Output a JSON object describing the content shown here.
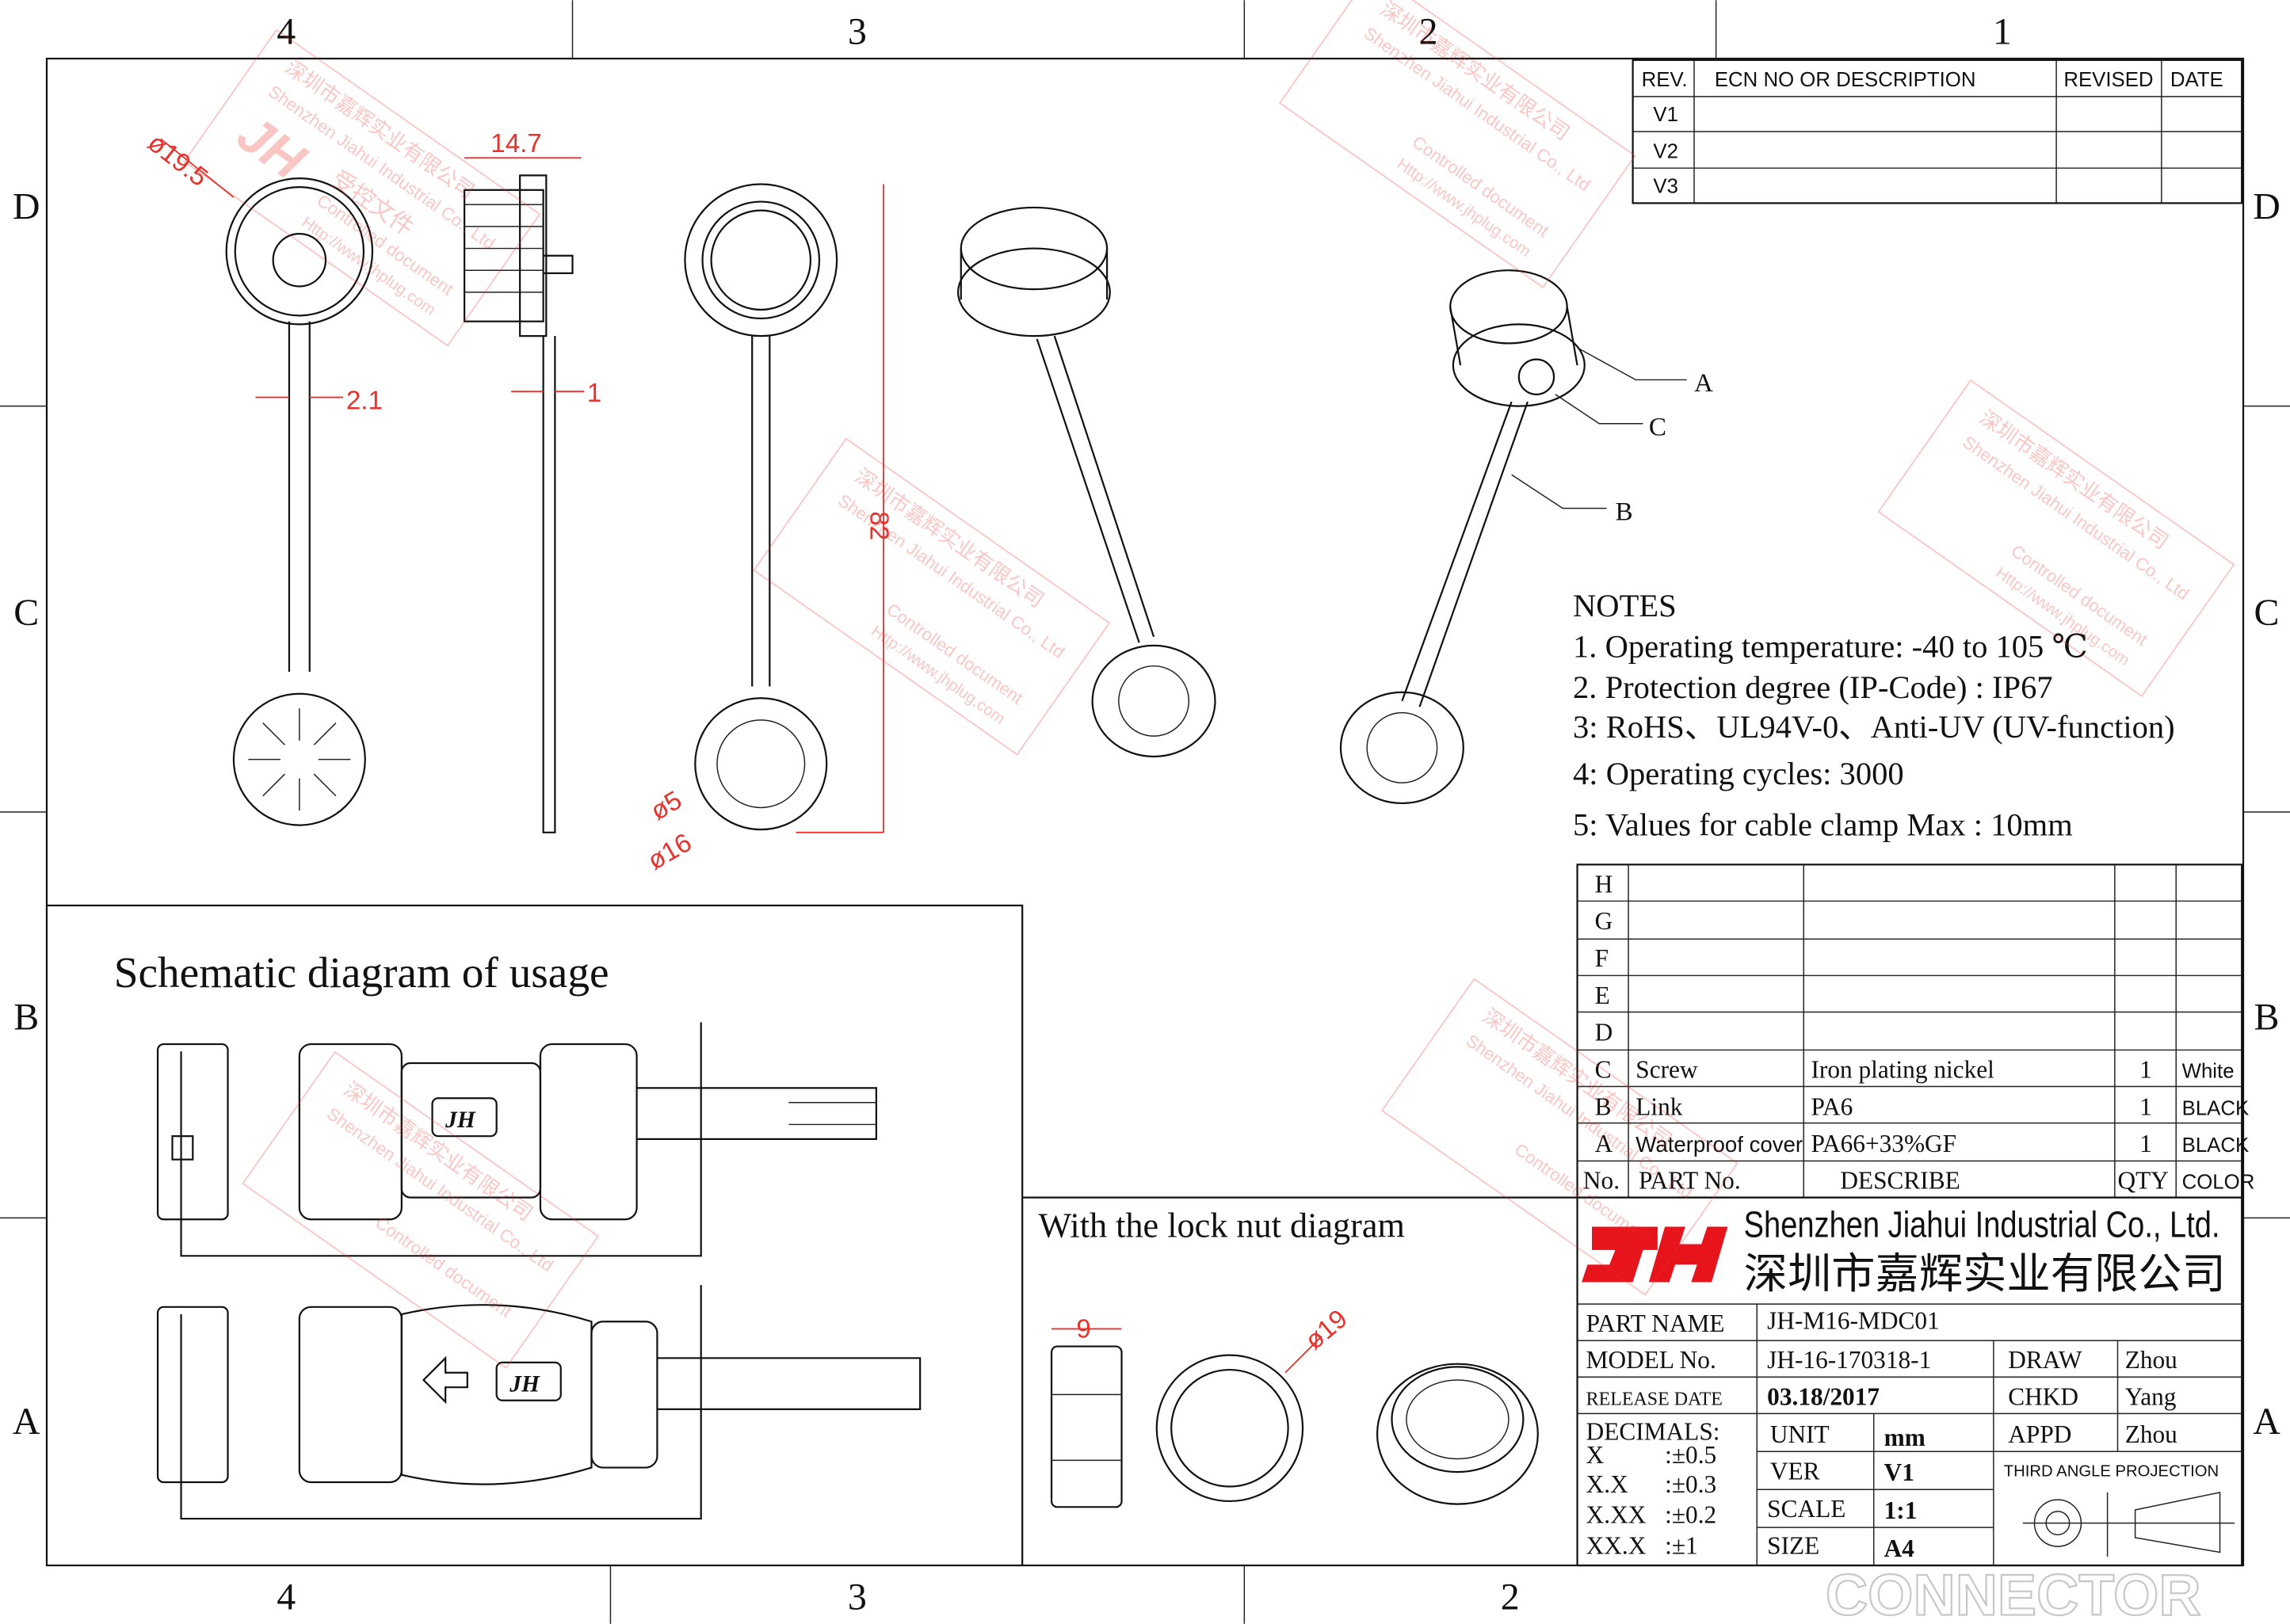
{
  "frame": {
    "zones_top": [
      "4",
      "3",
      "2",
      "1"
    ],
    "zones_bottom": [
      "4",
      "3",
      "2"
    ],
    "zones_side": [
      "D",
      "C",
      "B",
      "A"
    ]
  },
  "revision_table": {
    "headers": [
      "REV.",
      "ECN NO OR DESCRIPTION",
      "REVISED",
      "DATE"
    ],
    "rows": [
      "V1",
      "V2",
      "V3"
    ]
  },
  "dimensions": {
    "d_cap": "ø19.5",
    "width_side": "14.7",
    "strap_width": "2.1",
    "strap_thickness": "1",
    "length": "82",
    "hole_d": "ø5",
    "ring_d": "ø16",
    "nut_width": "9",
    "nut_d": "ø19"
  },
  "callouts": [
    "A",
    "C",
    "B"
  ],
  "notes": {
    "title": "NOTES",
    "items": [
      "1. Operating temperature: -40 to 105 ℃",
      "2. Protection degree (IP-Code) : IP67",
      "3: RoHS、UL94V-0、Anti-UV (UV-function)",
      "4: Operating cycles: 3000",
      "5: Values for cable clamp Max : 10mm"
    ]
  },
  "parts_table": {
    "rows": [
      {
        "no": "H",
        "part": "",
        "desc": "",
        "qty": "",
        "color": ""
      },
      {
        "no": "G",
        "part": "",
        "desc": "",
        "qty": "",
        "color": ""
      },
      {
        "no": "F",
        "part": "",
        "desc": "",
        "qty": "",
        "color": ""
      },
      {
        "no": "E",
        "part": "",
        "desc": "",
        "qty": "",
        "color": ""
      },
      {
        "no": "D",
        "part": "",
        "desc": "",
        "qty": "",
        "color": ""
      },
      {
        "no": "C",
        "part": "Screw",
        "desc": "Iron plating nickel",
        "qty": "1",
        "color": "White"
      },
      {
        "no": "B",
        "part": "Link",
        "desc": "PA6",
        "qty": "1",
        "color": "BLACK"
      },
      {
        "no": "A",
        "part": "Waterproof cover",
        "desc": "PA66+33%GF",
        "qty": "1",
        "color": "BLACK"
      }
    ],
    "header": {
      "no": "No.",
      "part": "PART No.",
      "desc": "DESCRIBE",
      "qty": "QTY",
      "color": "COLOR"
    }
  },
  "company": {
    "logo": "JH",
    "name_en": "Shenzhen Jiahui Industrial Co., Ltd.",
    "name_cn": "深圳市嘉辉实业有限公司",
    "brand_color": "#e8141b"
  },
  "title_block": {
    "part_name_label": "PART NAME",
    "part_name": "JH-M16-MDC01",
    "model_label": "MODEL No.",
    "model": "JH-16-170318-1",
    "release_label": "RELEASE DATE",
    "release": "03.18/2017",
    "decimals_label": "DECIMALS:",
    "decimals": [
      {
        "k": "X",
        "v": ":±0.5"
      },
      {
        "k": "X.X",
        "v": ":±0.3"
      },
      {
        "k": "X.XX",
        "v": ":±0.2"
      },
      {
        "k": "XX.X",
        "v": ":±1"
      }
    ],
    "unit_label": "UNIT",
    "unit": "mm",
    "ver_label": "VER",
    "ver": "V1",
    "scale_label": "SCALE",
    "scale": "1:1",
    "size_label": "SIZE",
    "size": "A4",
    "draw_label": "DRAW",
    "draw": "Zhou",
    "chkd_label": "CHKD",
    "chkd": "Yang",
    "appd_label": "APPD",
    "appd": "Zhou",
    "projection": "THIRD ANGLE PROJECTION"
  },
  "sections": {
    "usage_title": "Schematic diagram of usage",
    "locknut_title": "With the lock nut diagram"
  },
  "watermark": {
    "cn": "深圳市嘉辉实业有限公司",
    "en": "Shenzhen Jiahui Industrial Co., Ltd",
    "controlled_cn": "受控文件",
    "controlled_en": "Controlled document",
    "url": "Http://www.jhplug.com",
    "footer_mark": "CONNECTOR"
  }
}
